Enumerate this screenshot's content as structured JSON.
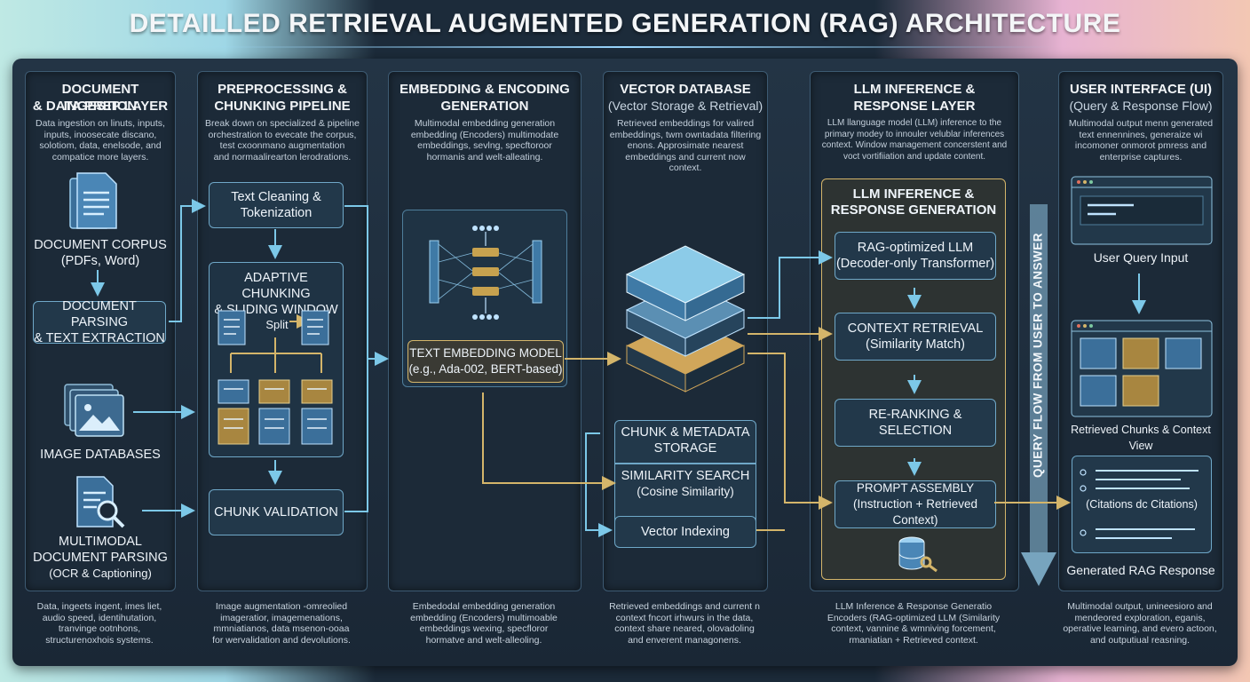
{
  "title": "DETAILLED RETRIEVAL AUGMENTED GENERATION (RAG) ARCHITECTURE",
  "colors": {
    "accent_blue": "#7cc8e8",
    "accent_gold": "#d4b56a",
    "panel": "#1c2a38"
  },
  "col1": {
    "title_l1": "DOCUMENT INGESTION",
    "title_l2": "& DATA PREP LAYER",
    "desc": [
      "Data ingestion on linuts, inputs,",
      "inputs, inoosecate discano,",
      "solotiom, data, enelsode, and",
      "compatice more layers."
    ],
    "corpus_l1": "DOCUMENT CORPUS",
    "corpus_l2": "(PDFs, Word)",
    "parsing_l1": "DOCUMENT PARSING",
    "parsing_l2": "& TEXT EXTRACTION",
    "image_db": "IMAGE DATABASES",
    "mm_l1": "MULTIMODAL",
    "mm_l2": "DOCUMENT PARSING",
    "mm_l3": "(OCR & Captioning)",
    "foot": [
      "Data, ingeets ingent, imes liet,",
      "audio speed, identihutation,",
      "tranvinge ootnhons,",
      "structurenoxhois systems."
    ]
  },
  "col2": {
    "title_l1": "PREPROCESSING &",
    "title_l2": "CHUNKING PIPELINE",
    "desc": [
      "Break down on specialized & pipeline",
      "orchestration to evecate the corpus,",
      "test cxoonmano augmentation",
      "and normaalirearton lerodrations."
    ],
    "cleaning_l1": "Text Cleaning &",
    "cleaning_l2": "Tokenization",
    "chunk_l1": "ADAPTIVE CHUNKING",
    "chunk_l2": "& SLIDING WINDOW",
    "split": "Split",
    "validation": "CHUNK VALIDATION",
    "foot": [
      "Image augmentation -omreolied",
      "imageratior, imagemenations,",
      "mmniatianos, data msenon-ooaa",
      "for wervalidation and devolutions."
    ]
  },
  "col3": {
    "title_l1": "EMBEDDING & ENCODING",
    "title_l2": "GENERATION",
    "desc": [
      "Multimodal embedding generation",
      "embedding (Encoders) multimodate",
      "embeddings, sevlng, specftoroor",
      "hormanis and welt-alleating."
    ],
    "model_l1": "TEXT EMBEDDING MODEL",
    "model_l2": "(e.g., Ada-002, BERT-based)",
    "foot": [
      "Embedodal embedding generation",
      "embedding (Encoders) multimoable",
      "embeddings wexing, specfloror",
      "hormatve and welt-alleoling."
    ]
  },
  "col4": {
    "title": "VECTOR DATABASE",
    "subtitle": "(Vector Storage & Retrieval)",
    "desc": [
      "Retrieved embeddings for valired",
      "embeddings, twm owntadata filtering",
      "enons. Approsimate nearest",
      "embeddings and current now context."
    ],
    "storage_l1": "CHUNK & METADATA",
    "storage_l2": "STORAGE",
    "search_l1": "SIMILARITY SEARCH",
    "search_l2": "(Cosine Similarity)",
    "indexing": "Vector Indexing",
    "foot": [
      "Retrieved embeddings and current n",
      "context fncort irhwurs in the data,",
      "context share neared, olovadoling",
      "and enverent managonens."
    ]
  },
  "col5": {
    "title_l1": "LLM INFERENCE &",
    "title_l2": "RESPONSE LAYER",
    "desc": [
      "LLM llanguage model (LLM) inference to the",
      "primary modey to innouler velublar inferences",
      "context. Window management concerstent and",
      "voct vortifiiation and update content."
    ],
    "inner_l1": "LLM INFERENCE &",
    "inner_l2": "RESPONSE GENERATION",
    "llm_l1": "RAG-optimized LLM",
    "llm_l2": "(Decoder-only Transformer)",
    "ctx_l1": "CONTEXT RETRIEVAL",
    "ctx_l2": "(Similarity Match)",
    "rerank_l1": "RE-RANKING &",
    "rerank_l2": "SELECTION",
    "prompt_l1": "PROMPT ASSEMBLY",
    "prompt_l2": "(Instruction + Retrieved Context)",
    "foot": [
      "LLM Inference & Response Generatio",
      "Encoders (RAG-optimized LLM (Similarity",
      "context, vannine & wmniving forcement,",
      "rmaniatian + Retrieved context."
    ]
  },
  "query_flow": "QUERY FLOW FROM USER TO ANSWER",
  "col6": {
    "title": "USER INTERFACE (UI)",
    "subtitle": "(Query & Response Flow)",
    "desc": [
      "Multimodal output menn generated",
      "text ennennines, generaize wi",
      "incomoner onmorot pmress and",
      "enterprise captures."
    ],
    "query_input": "User Query Input",
    "retrieved": "Retrieved Chunks & Context View",
    "citations": "(Citations dc Citations)",
    "generated": "Generated RAG Response",
    "foot": [
      "Multimodal output, unineesioro and",
      "mendeored exploration, eganis,",
      "operative learning, and evero actoon,",
      "and outputiual reasning."
    ]
  }
}
